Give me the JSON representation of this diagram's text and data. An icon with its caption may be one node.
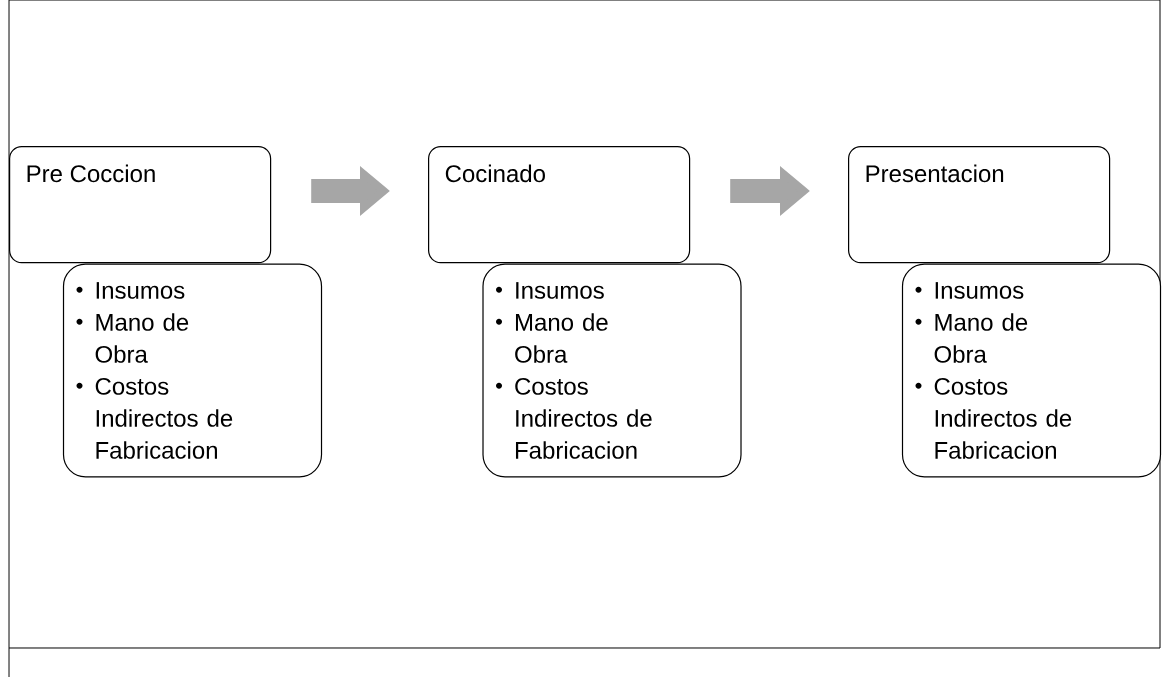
{
  "diagram": {
    "nodes": [
      {
        "text": [
          "Pre Coccion"
        ]
      },
      {
        "text": [
          "Insumos",
          "Mano de Obra",
          "Costos Indirectos de Fabricacion"
        ]
      },
      {
        "text": [
          "Cocinado"
        ]
      },
      {
        "text": [
          "Insumos",
          "Mano de Obra",
          "Costos Indirectos de Fabricacion"
        ]
      },
      {
        "text": [
          "Presentacion"
        ]
      },
      {
        "text": [
          "Insumos",
          "Mano de Obra",
          "Costos Indirectos de Fabricacion"
        ]
      }
    ],
    "edges": [
      {
        "from": 0,
        "to": 2,
        "arrow": "to"
      },
      {
        "from": 2,
        "to": 4,
        "arrow": "to"
      }
    ]
  }
}
